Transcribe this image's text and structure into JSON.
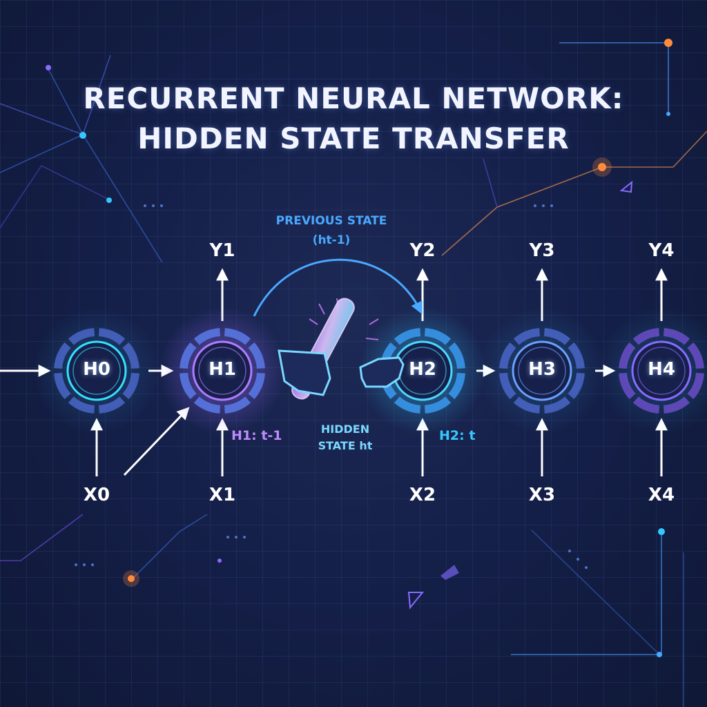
{
  "title": {
    "line1": "RECURRENT NEURAL NETWORK:",
    "line2": "HIDDEN STATE TRANSFER"
  },
  "nodes": [
    {
      "hidden": "H0",
      "input": "X0",
      "output": "",
      "ring_color": "#4a66c8",
      "glow": "#35e0ff"
    },
    {
      "hidden": "H1",
      "input": "X1",
      "output": "Y1",
      "ring_color": "#5a7ae8",
      "glow": "#b07cff"
    },
    {
      "hidden": "H2",
      "input": "X2",
      "output": "Y2",
      "ring_color": "#3a9af0",
      "glow": "#4ad8ff"
    },
    {
      "hidden": "H3",
      "input": "X3",
      "output": "Y3",
      "ring_color": "#4a66c8",
      "glow": "#6aa0ff"
    },
    {
      "hidden": "H4",
      "input": "X4",
      "output": "Y4",
      "ring_color": "#6a4ec8",
      "glow": "#8a6aff"
    }
  ],
  "annotations": {
    "previous_state_line1": "PREVIOUS STATE",
    "previous_state_line2": "(ht-1)",
    "h1_time": "H1: t-1",
    "h2_time": "H2: t",
    "hidden_state_line1": "HIDDEN",
    "hidden_state_line2": "STATE ht"
  },
  "colors": {
    "background": "#141d3d",
    "accent_cyan": "#35c8ff",
    "accent_purple": "#c08aff",
    "accent_orange": "#ff8a3a",
    "text": "#ffffff"
  }
}
